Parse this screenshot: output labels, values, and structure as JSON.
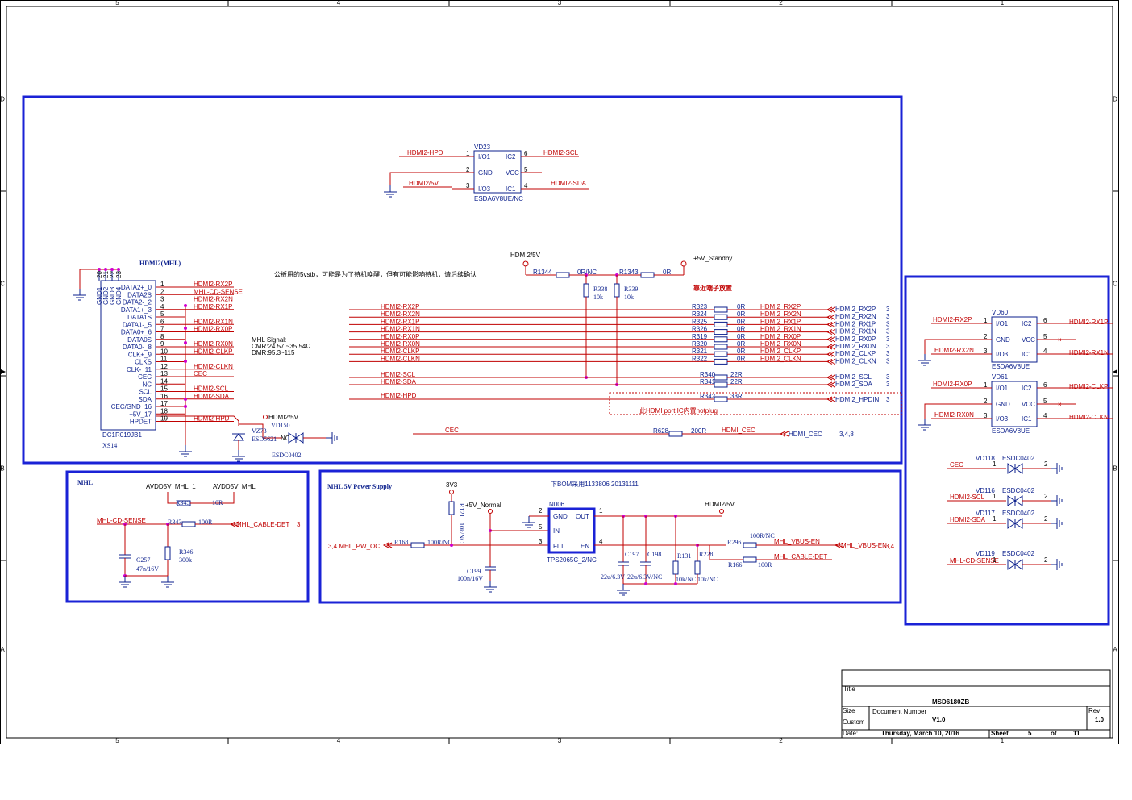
{
  "frame": {
    "cols": [
      "5",
      "4",
      "3",
      "2",
      "1"
    ],
    "rows": [
      "D",
      "C",
      "B",
      "A"
    ]
  },
  "title_block": {
    "title_label": "Title",
    "title": "MSD6180ZB",
    "size_label": "Size",
    "size": "Custom",
    "docnum_label": "Document Number",
    "docnum": "V1.0",
    "rev_label": "Rev",
    "rev": "1.0",
    "date_label": "Date:",
    "date": "Thursday, March 10, 2016",
    "sheet_label": "Sheet",
    "sheet": "5",
    "of_label": "of",
    "sheet_total": "11"
  },
  "notes": {
    "standby": "公板用的5vstb，可能是为了待机唤醒，但有可能影响待机，请后续确认",
    "near_connector": "靠近端子放置",
    "mhl_signal": [
      "MHL Signal:",
      "CMR:24.57 ~35.54Ω",
      "DMR:95.3~115"
    ],
    "bom": "下BOM采用1133806  20131111",
    "hotplug": "此HDMI port IC内置hotplug"
  },
  "sections": {
    "hdmi2": "HDMI2(MHL)",
    "mhl": "MHL",
    "mhl5v": "MHL 5V Power Supply"
  },
  "connector": {
    "ref": "XS14",
    "part": "DC1R019JB1",
    "gnd_pins": [
      "20",
      "21",
      "22",
      "23"
    ],
    "gnd_names": [
      "GND1",
      "GND2",
      "GND3",
      "GND4"
    ],
    "pins": [
      {
        "n": "1",
        "name": "DATA2+_0",
        "net": "HDMI2-RX2P"
      },
      {
        "n": "2",
        "name": "DATA2S",
        "net": "MHL-CD-SENSE"
      },
      {
        "n": "3",
        "name": "DATA2-_2",
        "net": "HDMI2-RX2N"
      },
      {
        "n": "4",
        "name": "DATA1+_3",
        "net": "HDMI2-RX1P"
      },
      {
        "n": "5",
        "name": "DATA1S",
        "net": ""
      },
      {
        "n": "6",
        "name": "DATA1-_5",
        "net": "HDMI2-RX1N"
      },
      {
        "n": "7",
        "name": "DATA0+_6",
        "net": "HDMI2-RX0P"
      },
      {
        "n": "8",
        "name": "DATA0S",
        "net": ""
      },
      {
        "n": "9",
        "name": "DATA0-_8",
        "net": "HDMI2-RX0N"
      },
      {
        "n": "10",
        "name": "CLK+_9",
        "net": "HDMI2-CLKP"
      },
      {
        "n": "11",
        "name": "CLKS",
        "net": ""
      },
      {
        "n": "12",
        "name": "CLK-_11",
        "net": "HDMI2-CLKN"
      },
      {
        "n": "13",
        "name": "CEC",
        "net": "CEC"
      },
      {
        "n": "14",
        "name": "NC",
        "net": ""
      },
      {
        "n": "15",
        "name": "SCL",
        "net": "HDMI2-SCL"
      },
      {
        "n": "16",
        "name": "SDA",
        "net": "HDMI2-SDA"
      },
      {
        "n": "17",
        "name": "CEC/GND_16",
        "net": ""
      },
      {
        "n": "18",
        "name": "+5V_17",
        "net": ""
      },
      {
        "n": "19",
        "name": "HPDET",
        "net": "HDMI2-HPD"
      }
    ]
  },
  "vd23": {
    "ref": "VD23",
    "part": "ESDA6V8UE/NC",
    "left_pins": [
      {
        "n": "1",
        "name": "I/O1",
        "net": "HDMI2-HPD"
      },
      {
        "n": "2",
        "name": "GND",
        "net": ""
      },
      {
        "n": "3",
        "name": "I/O3",
        "net": "HDMI2/5V"
      }
    ],
    "right_pins": [
      {
        "n": "6",
        "name": "IC2",
        "net": "HDMI2-SCL"
      },
      {
        "n": "5",
        "name": "VCC",
        "net": ""
      },
      {
        "n": "4",
        "name": "IC1",
        "net": "HDMI2-SDA"
      }
    ]
  },
  "pullups": {
    "rail": "HDMI2/5V",
    "standby": "+5V_Standby",
    "r1344": "R1344",
    "r1344v": "0R/NC",
    "r1343": "R1343",
    "r1343v": "0R",
    "r338": "R338",
    "r338v": "10k",
    "r339": "R339",
    "r339v": "10k"
  },
  "series": [
    {
      "in": "HDMI2-RX2P",
      "ref": "R323",
      "val": "0R",
      "net": "HDMI2_RX2P",
      "port": "HDMI2_RX2P",
      "sheet": "3"
    },
    {
      "in": "HDMI2-RX2N",
      "ref": "R324",
      "val": "0R",
      "net": "HDMI2_RX2N",
      "port": "HDMI2_RX2N",
      "sheet": "3"
    },
    {
      "in": "HDMI2-RX1P",
      "ref": "R325",
      "val": "0R",
      "net": "HDMI2_RX1P",
      "port": "HDMI2_RX1P",
      "sheet": "3"
    },
    {
      "in": "HDMI2-RX1N",
      "ref": "R326",
      "val": "0R",
      "net": "HDMI2_RX1N",
      "port": "HDMI2_RX1N",
      "sheet": "3"
    },
    {
      "in": "HDMI2-RX0P",
      "ref": "R319",
      "val": "0R",
      "net": "HDMI2_RX0P",
      "port": "HDMI2_RX0P",
      "sheet": "3"
    },
    {
      "in": "HDMI2-RX0N",
      "ref": "R320",
      "val": "0R",
      "net": "HDMI2_RX0N",
      "port": "HDMI2_RX0N",
      "sheet": "3"
    },
    {
      "in": "HDMI2-CLKP",
      "ref": "R321",
      "val": "0R",
      "net": "HDMI2_CLKP",
      "port": "HDMI2_CLKP",
      "sheet": "3"
    },
    {
      "in": "HDMI2-CLKN",
      "ref": "R322",
      "val": "0R",
      "net": "HDMI2_CLKN",
      "port": "HDMI2_CLKN",
      "sheet": "3"
    }
  ],
  "ddc": [
    {
      "in": "HDMI2-SCL",
      "ref": "R340",
      "val": "22R",
      "port": "HDMI2_SCL",
      "sheet": "3"
    },
    {
      "in": "HDMI2-SDA",
      "ref": "R341",
      "val": "22R",
      "port": "HDMI2_SDA",
      "sheet": "3"
    }
  ],
  "hpd": {
    "in": "HDMI2-HPD",
    "ref": "R342",
    "val": "33R",
    "port": "HDMI2_HPDIN",
    "sheet": "3"
  },
  "cec": {
    "in": "CEC",
    "ref": "R628",
    "val": "200R",
    "net": "HDMI_CEC",
    "port": "HDMI_CEC",
    "sheet": "3,4,8"
  },
  "vz73": {
    "ref": "VZ73",
    "part": "ESD5621",
    "rail": "HDMI2/5V",
    "vd150": "VD150",
    "vd150_part": "ESDC0402",
    "nc": "NC"
  },
  "mhl": {
    "avdd1": "AVDD5V_MHL_1",
    "avdd": "AVDD5V_MHL",
    "r345": "R345",
    "r345v": "10R",
    "net": "MHL-CD-SENSE",
    "r343": "R343",
    "r343v": "100R",
    "port": "MHL_CABLE-DET",
    "sheet": "3",
    "r346": "R346",
    "r346v": "300k",
    "c257": "C257",
    "c257v": "47n/16V"
  },
  "mhl5v": {
    "v3v3": "3V3",
    "r121": "R121",
    "r121v": "10k/NC",
    "v5n": "+5V_Normal",
    "port_in": "MHL_PW_OC",
    "port_in_sheet": "3,4",
    "r168": "R168",
    "r168v": "100R/NC",
    "c199": "C199",
    "c199v": "100n/16V",
    "n006": "N006",
    "n006_part": "TPS2065C_2/NC",
    "pins": [
      {
        "n": "2",
        "name": "GND"
      },
      {
        "n": "5",
        "name": "IN"
      },
      {
        "n": "3",
        "name": "FLT"
      },
      {
        "n": "1",
        "name": "OUT"
      },
      {
        "n": "4",
        "name": "EN"
      }
    ],
    "rail": "HDMI2/5V",
    "c197": "C197",
    "c197v": "22u/6.3V",
    "c198": "C198",
    "c198v": "22u/6.3V/NC",
    "r131": "R131",
    "r131v": "10k/NC",
    "r228": "R228",
    "r228v": "10k/NC",
    "r296": "R296",
    "r296v": "100R/NC",
    "net_en": "MHL_VBUS-EN",
    "port_en": "MHL_VBUS-EN",
    "port_en_sheet": "3,4",
    "r166": "R166",
    "r166v": "100R",
    "net_det": "MHL_CABLE-DET"
  },
  "vd60": {
    "ref": "VD60",
    "part": "ESDA6V8UE",
    "left": [
      {
        "n": "1",
        "name": "I/O1",
        "net": "HDMI2-RX2P"
      },
      {
        "n": "2",
        "name": "GND",
        "net": ""
      },
      {
        "n": "3",
        "name": "I/O3",
        "net": "HDMI2-RX2N"
      }
    ],
    "right": [
      {
        "n": "6",
        "name": "IC2",
        "net": "HDMI2-RX1P"
      },
      {
        "n": "5",
        "name": "VCC",
        "net": ""
      },
      {
        "n": "4",
        "name": "IC1",
        "net": "HDMI2-RX1N"
      }
    ]
  },
  "vd61": {
    "ref": "VD61",
    "part": "ESDA6V8UE",
    "left": [
      {
        "n": "1",
        "name": "I/O1",
        "net": "HDMI2-RX0P"
      },
      {
        "n": "2",
        "name": "GND",
        "net": ""
      },
      {
        "n": "3",
        "name": "I/O3",
        "net": "HDMI2-RX0N"
      }
    ],
    "right": [
      {
        "n": "6",
        "name": "IC2",
        "net": "HDMI2-CLKP"
      },
      {
        "n": "5",
        "name": "VCC",
        "net": ""
      },
      {
        "n": "4",
        "name": "IC1",
        "net": "HDMI2-CLKN"
      }
    ]
  },
  "esd": [
    {
      "ref": "VD118",
      "part": "ESDC0402",
      "net": "CEC"
    },
    {
      "ref": "VD116",
      "part": "ESDC0402",
      "net": "HDMI2-SCL"
    },
    {
      "ref": "VD117",
      "part": "ESDC0402",
      "net": "HDMI2-SDA"
    },
    {
      "ref": "VD119",
      "part": "ESDC0402",
      "net": "MHL-CD-SENSE"
    }
  ],
  "esd_pins": [
    "1",
    "2"
  ]
}
